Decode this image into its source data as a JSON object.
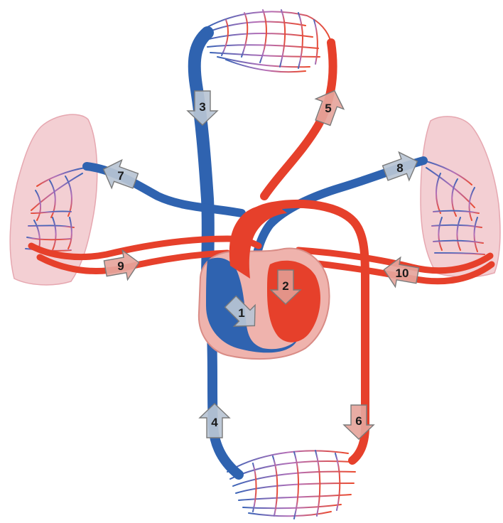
{
  "arrows": [
    {
      "id": "1",
      "label": "1",
      "color": "#b8c4d4"
    },
    {
      "id": "2",
      "label": "2",
      "color": "#e39a90"
    },
    {
      "id": "3",
      "label": "3",
      "color": "#b8c4d4"
    },
    {
      "id": "4",
      "label": "4",
      "color": "#b8c4d4"
    },
    {
      "id": "5",
      "label": "5",
      "color": "#e6a59c"
    },
    {
      "id": "6",
      "label": "6",
      "color": "#e6a59c"
    },
    {
      "id": "7",
      "label": "7",
      "color": "#b8c4d4"
    },
    {
      "id": "8",
      "label": "8",
      "color": "#b8c4d4"
    },
    {
      "id": "9",
      "label": "9",
      "color": "#e6a59c"
    },
    {
      "id": "10",
      "label": "10",
      "color": "#e6a59c"
    }
  ],
  "colors": {
    "deoxygenated": "#2f63b0",
    "oxygenated": "#e6402b",
    "capillary": "#a56fb8",
    "lung_tissue": "#f3cfd3",
    "heart_wall": "#efb3ad"
  }
}
